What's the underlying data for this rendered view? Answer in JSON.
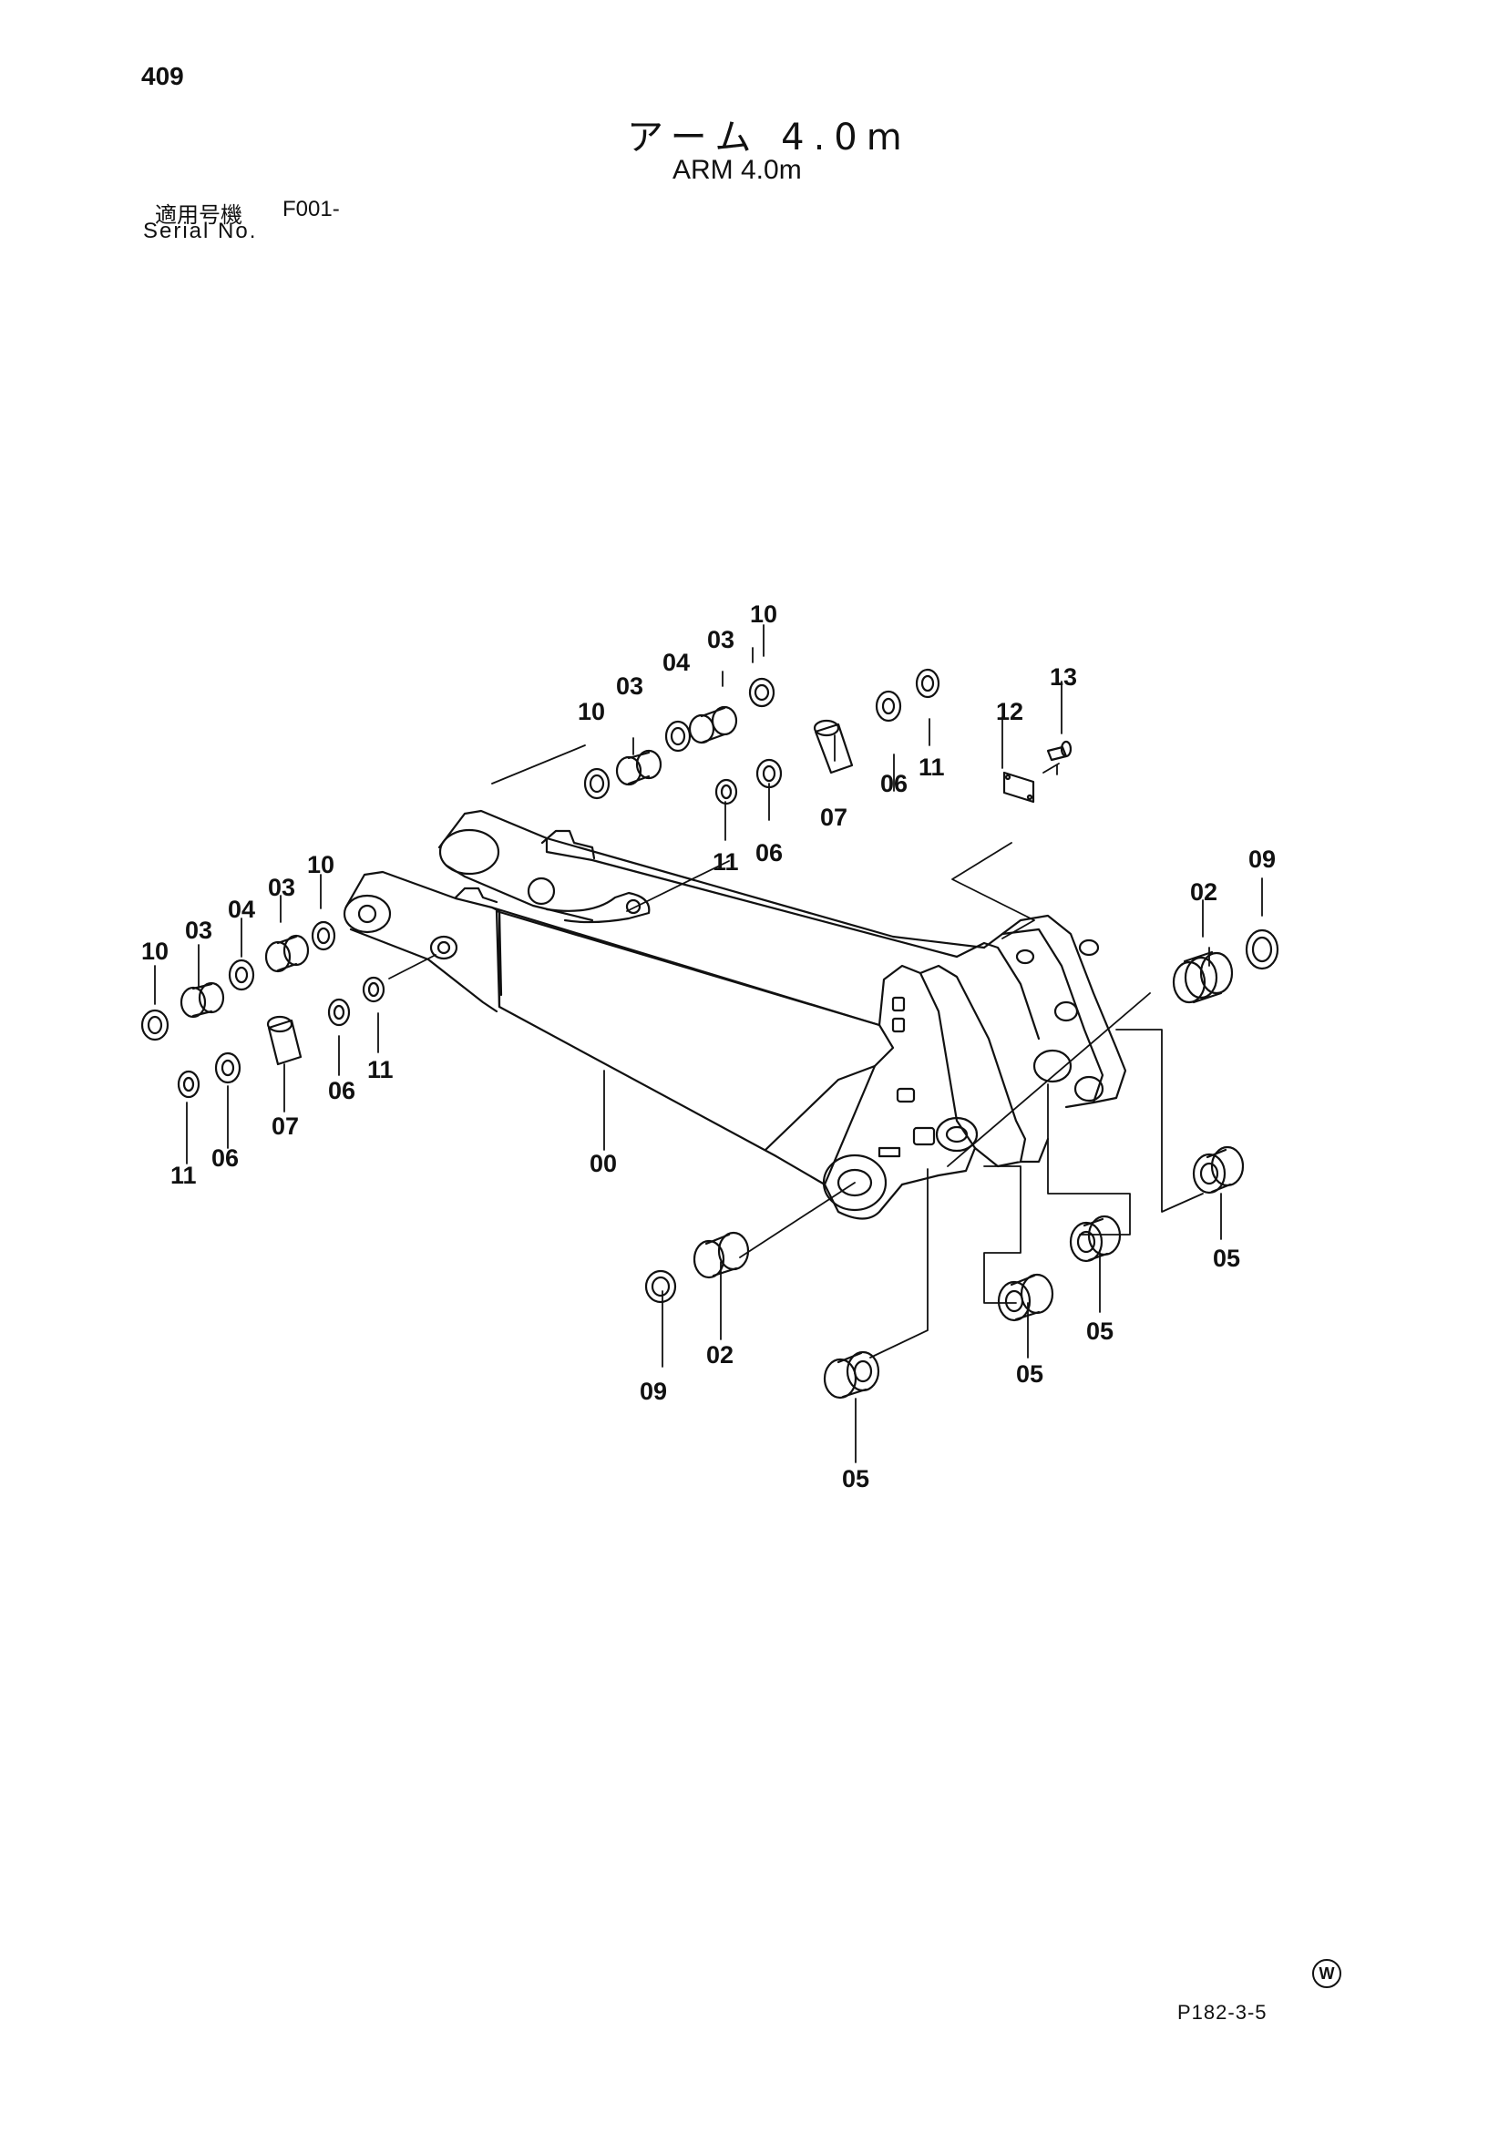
{
  "header": {
    "page_number": "409",
    "title_jp": "アーム 4.0m",
    "title_en": "ARM 4.0m",
    "serial_label_jp": "適用号機",
    "serial_code": "F001-",
    "serial_label_en": "Serial No."
  },
  "callouts": {
    "c00": "00",
    "c02a": "02",
    "c02b": "02",
    "c03a": "03",
    "c03b": "03",
    "c03c": "03",
    "c03d": "03",
    "c04a": "04",
    "c04b": "04",
    "c05a": "05",
    "c05b": "05",
    "c05c": "05",
    "c05d": "05",
    "c06a": "06",
    "c06b": "06",
    "c06c": "06",
    "c06d": "06",
    "c07a": "07",
    "c07b": "07",
    "c09a": "09",
    "c09b": "09",
    "c10a": "10",
    "c10b": "10",
    "c10c": "10",
    "c10d": "10",
    "c11a": "11",
    "c11b": "11",
    "c11c": "11",
    "c11d": "11",
    "c12": "12",
    "c13": "13"
  },
  "footer": {
    "watermark_letter": "W",
    "figure_code": "P182-3-5"
  }
}
